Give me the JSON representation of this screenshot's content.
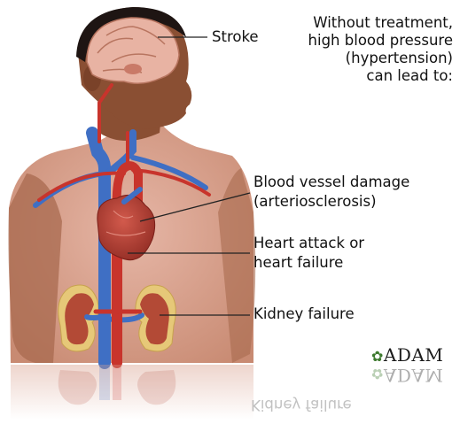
{
  "intro": {
    "line1": "Without treatment,",
    "line2": "high blood pressure",
    "line3": "(hypertension)",
    "line4": "can lead to:"
  },
  "labels": {
    "stroke": "Stroke",
    "vessel_1": "Blood vessel damage",
    "vessel_2": "(arteriosclerosis)",
    "heart_1": "Heart attack or",
    "heart_2": "heart failure",
    "kidney": "Kidney failure"
  },
  "logo": {
    "text": "ADAM"
  },
  "colors": {
    "skin": "#b06f4f",
    "skin_dark": "#6e3b24",
    "torso": "#d9a290",
    "artery": "#c8342c",
    "vein": "#3f6fc4",
    "brain": "#e8b3a3",
    "kidney": "#b34a36",
    "kidney_fat": "#e6c878"
  }
}
